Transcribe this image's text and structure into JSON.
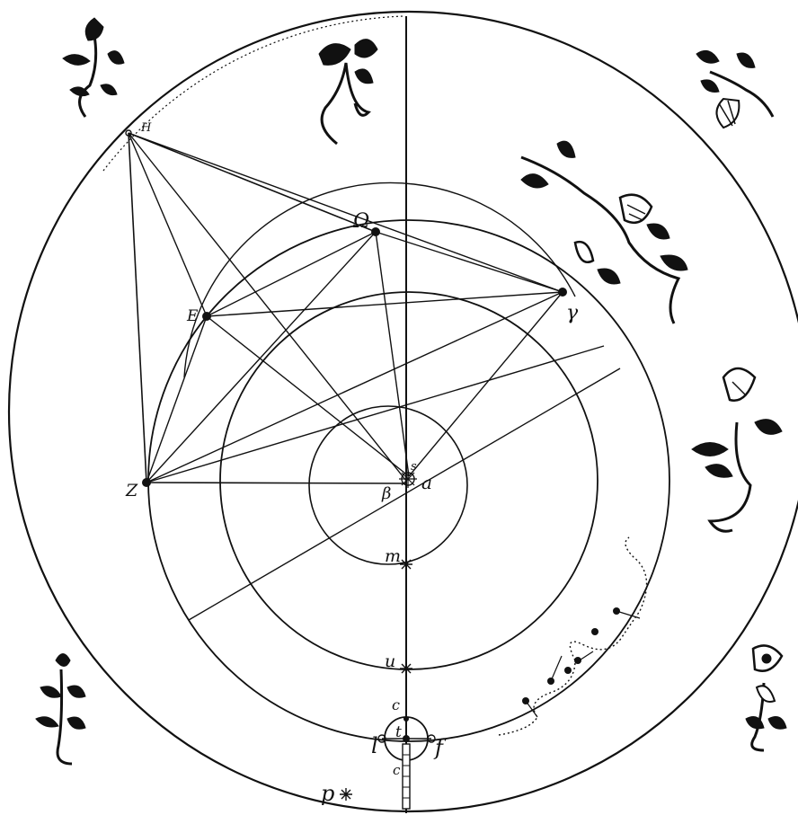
{
  "labels": {
    "H": "H",
    "omega": "Ω",
    "E": "Ε",
    "Z": "Ζ",
    "gamma": "γ",
    "s": "s",
    "a": "a",
    "beta": "β",
    "m": "m",
    "u": "u",
    "c_top": "c",
    "t": "t",
    "l": "l",
    "f": "f",
    "c_bottom": "c",
    "p": "p"
  },
  "colors": {
    "ink": "#111111",
    "paper": "#ffffff"
  },
  "ornaments": [
    "flower-top-left",
    "flower-top-center",
    "flower-top-right",
    "flower-upper-right",
    "flower-right",
    "flower-bottom-left",
    "flower-bottom-right"
  ]
}
